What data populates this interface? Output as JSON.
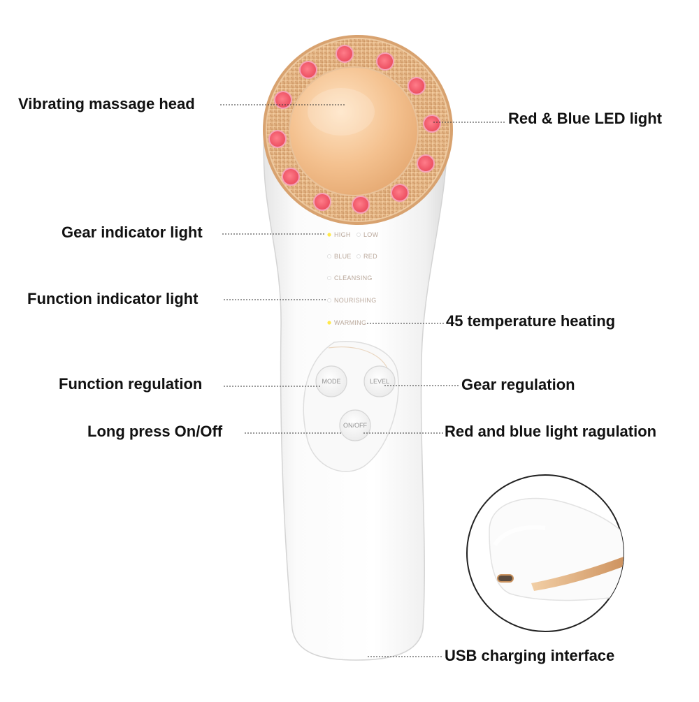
{
  "callouts": {
    "vibrating_head": "Vibrating massage head",
    "led_light": "Red & Blue LED light",
    "gear_indicator": "Gear indicator light",
    "function_indicator": "Function indicator light",
    "temp_heating": "45 temperature heating",
    "function_regulation": "Function regulation",
    "gear_regulation": "Gear regulation",
    "long_press": "Long press On/Off",
    "rb_regulation": "Red and blue light ragulation",
    "usb": "USB charging interface"
  },
  "panel": {
    "high": "HIGH",
    "low": "LOW",
    "blue": "BLUE",
    "red": "RED",
    "cleansing": "CLEANSING",
    "nourishing": "NOURISHING",
    "warming": "WARMING"
  },
  "buttons": {
    "mode": "MODE",
    "level": "LEVEL",
    "onoff": "ON/OFF"
  },
  "colors": {
    "led_red": "#f25a6b",
    "gold": "#d9a06a",
    "body_white": "#f7f7f7",
    "indicator_yellow": "#ffe84a"
  }
}
